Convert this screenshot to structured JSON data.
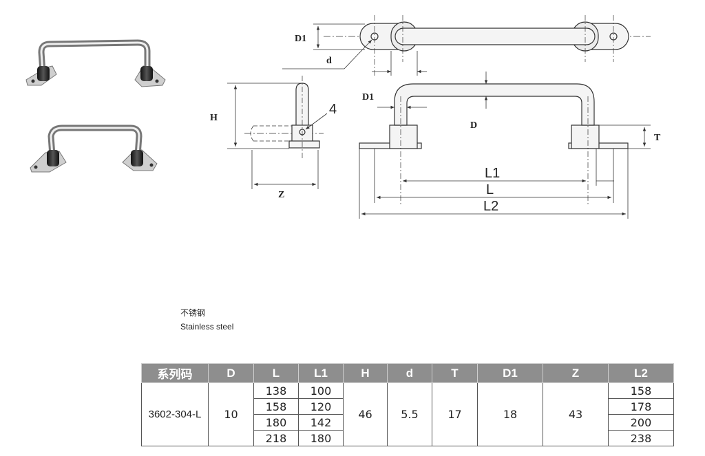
{
  "drawing": {
    "labels": {
      "D1_top": "D1",
      "d": "d",
      "H": "H",
      "four": "4",
      "Z": "Z",
      "D1_front": "D1",
      "D": "D",
      "T": "T",
      "L1": "L1",
      "L": "L",
      "L2": "L2"
    },
    "line_color": "#333333",
    "part_fill": "#f4f4f4"
  },
  "material": {
    "zh": "不锈钢",
    "en": "Stainless steel"
  },
  "table": {
    "header_bg": "#8e8e8e",
    "headers": [
      "系列码",
      "D",
      "L",
      "L1",
      "H",
      "d",
      "T",
      "D1",
      "Z",
      "L2"
    ],
    "series_code": "3602-304-L",
    "D": "10",
    "H": "46",
    "d": "5.5",
    "T": "17",
    "D1": "18",
    "Z": "43",
    "rows": [
      {
        "L": "138",
        "L1": "100",
        "L2": "158"
      },
      {
        "L": "158",
        "L1": "120",
        "L2": "178"
      },
      {
        "L": "180",
        "L1": "142",
        "L2": "200"
      },
      {
        "L": "218",
        "L1": "180",
        "L2": "238"
      }
    ]
  }
}
